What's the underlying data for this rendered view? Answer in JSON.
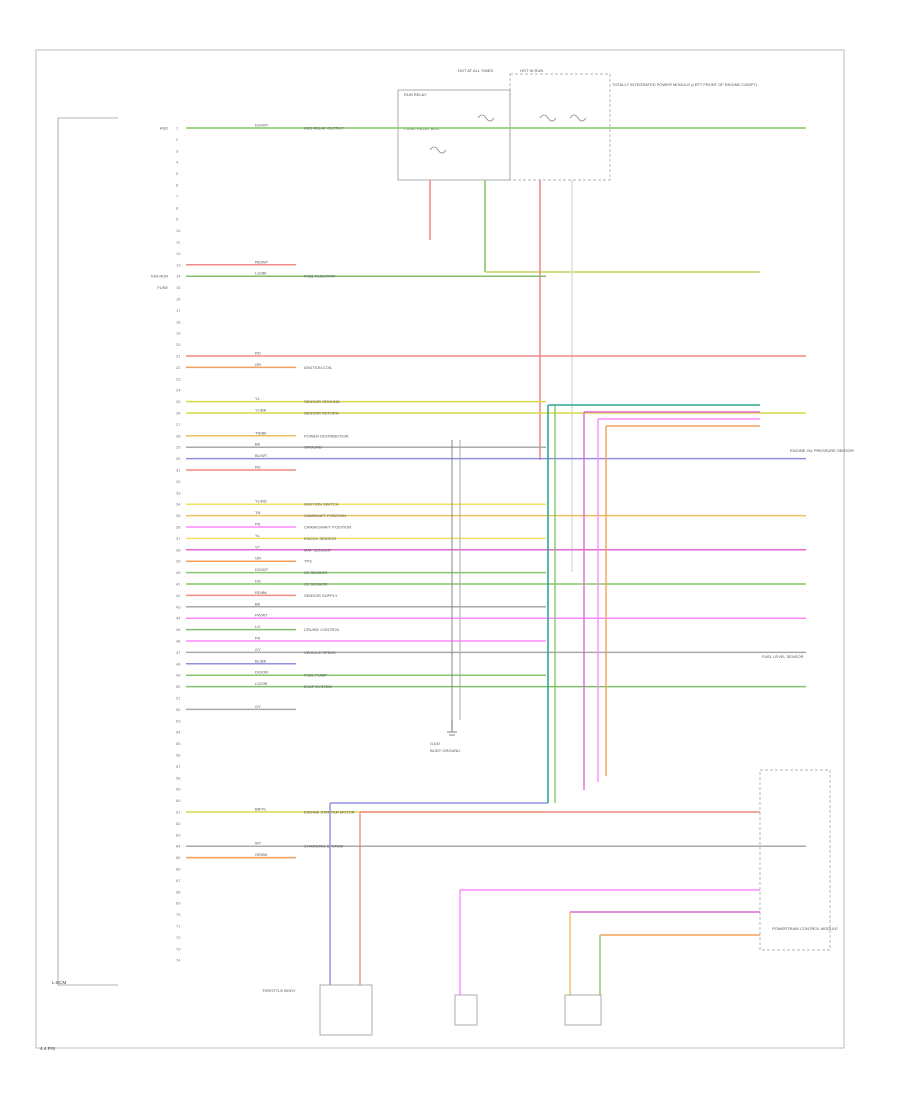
{
  "diagram": {
    "page_label": "4.4 P/S",
    "ecm_label": "L-ECM",
    "fuse_header": "HOT AT ALL TIMES",
    "fuse_hot_run": "HOT IN RUN",
    "fuse_box": "FUSE/ RELAY BOX",
    "relay": "RUN RELAY",
    "fuse_block_note": "TOTALLY INTEGRATED POWER MODULE (LEFT FRONT OF ENGINE COMPT)",
    "ground_note": "G100",
    "ground_label": "BODY GROUND",
    "right_module": "ENGINE OIL PRESSURE SENSOR",
    "fuel_sensor": "FUEL LEVEL SENSOR",
    "powertrain": "POWERTRAIN CONTROL MODULE",
    "throttle": "THROTTLE BODY",
    "left_pins": [
      "ASD",
      "",
      "",
      "",
      "",
      "",
      "",
      "",
      "",
      "",
      "",
      "",
      "",
      "IGN RUN",
      "FUSE",
      "",
      "",
      "",
      "",
      "",
      "",
      "",
      "",
      "",
      "",
      "",
      "",
      "",
      "",
      "",
      "",
      "",
      "",
      "",
      "",
      "",
      "",
      "",
      "",
      "",
      "",
      "",
      "",
      "",
      "",
      "",
      "",
      "",
      "",
      "",
      "",
      "",
      "",
      "",
      "",
      "",
      "",
      "",
      "",
      "",
      "",
      "",
      "",
      "",
      "",
      "",
      "",
      "",
      "",
      "",
      "",
      "",
      "",
      ""
    ],
    "wires": [
      {
        "color": "#86c76a",
        "code": "DG/WT",
        "text": "ASD RELAY OUTPUT"
      },
      {
        "color": "#f28a8a",
        "code": "RD/WT",
        "text": ""
      },
      {
        "color": "#7fbf6a",
        "code": "LG/BK",
        "text": "FUEL INJECTOR"
      },
      {
        "color": "#f28a8a",
        "code": "RD",
        "text": ""
      },
      {
        "color": "#f5a05a",
        "code": "OR",
        "text": "IGNITION COIL"
      },
      {
        "color": "#d9d94a",
        "code": "YL",
        "text": "SENSOR GROUND"
      },
      {
        "color": "#d9d94a",
        "code": "YL/BK",
        "text": "SENSOR RETURN"
      },
      {
        "color": "#f0c060",
        "code": "TN/BK",
        "text": "POWER DISTRIBUTION"
      },
      {
        "color": "#aaaaaa",
        "code": "BK",
        "text": "GROUND"
      },
      {
        "color": "#9090e0",
        "code": "BL/WT",
        "text": ""
      },
      {
        "color": "#f28a8a",
        "code": "RD",
        "text": ""
      },
      {
        "color": "#f0e060",
        "code": "YL/RD",
        "text": "IGNITION SWITCH"
      },
      {
        "color": "#f0c060",
        "code": "TN",
        "text": "CAMSHAFT POSITION"
      },
      {
        "color": "#ff8aff",
        "code": "PK",
        "text": "CRANKSHAFT POSITION"
      },
      {
        "color": "#f0e060",
        "code": "YL",
        "text": "KNOCK SENSOR"
      },
      {
        "color": "#e06ad0",
        "code": "VT",
        "text": "MAP SENSOR"
      },
      {
        "color": "#f5a05a",
        "code": "OR",
        "text": "TPS"
      },
      {
        "color": "#86c76a",
        "code": "DG/WT",
        "text": "O2 SENSOR"
      },
      {
        "color": "#86c76a",
        "code": "DG",
        "text": "O2 SENSOR"
      },
      {
        "color": "#f28a8a",
        "code": "RD/BK",
        "text": "SENSOR SUPPLY"
      },
      {
        "color": "#aaaaaa",
        "code": "BK",
        "text": ""
      },
      {
        "color": "#ff8aff",
        "code": "PK/WT",
        "text": ""
      },
      {
        "color": "#7fbf6a",
        "code": "LG",
        "text": "CRUISE CONTROL"
      },
      {
        "color": "#ff8aff",
        "code": "PK",
        "text": ""
      },
      {
        "color": "#aaaaaa",
        "code": "GY",
        "text": "VEHICLE SPEED"
      },
      {
        "color": "#9090e0",
        "code": "BL/BK",
        "text": ""
      },
      {
        "color": "#86c76a",
        "code": "DG/OR",
        "text": "FUEL PUMP"
      },
      {
        "color": "#7fbf6a",
        "code": "LG/OR",
        "text": "EVAP SYSTEM"
      },
      {
        "color": "#aaaaaa",
        "code": "GY",
        "text": ""
      },
      {
        "color": "#d9d94a",
        "code": "BR/YL",
        "text": "ENGINE STARTER MOTOR"
      },
      {
        "color": "#aaaaaa",
        "code": "WT",
        "text": "CHARGING SYSTEM"
      },
      {
        "color": "#f5a05a",
        "code": "OR/BK",
        "text": ""
      }
    ]
  }
}
